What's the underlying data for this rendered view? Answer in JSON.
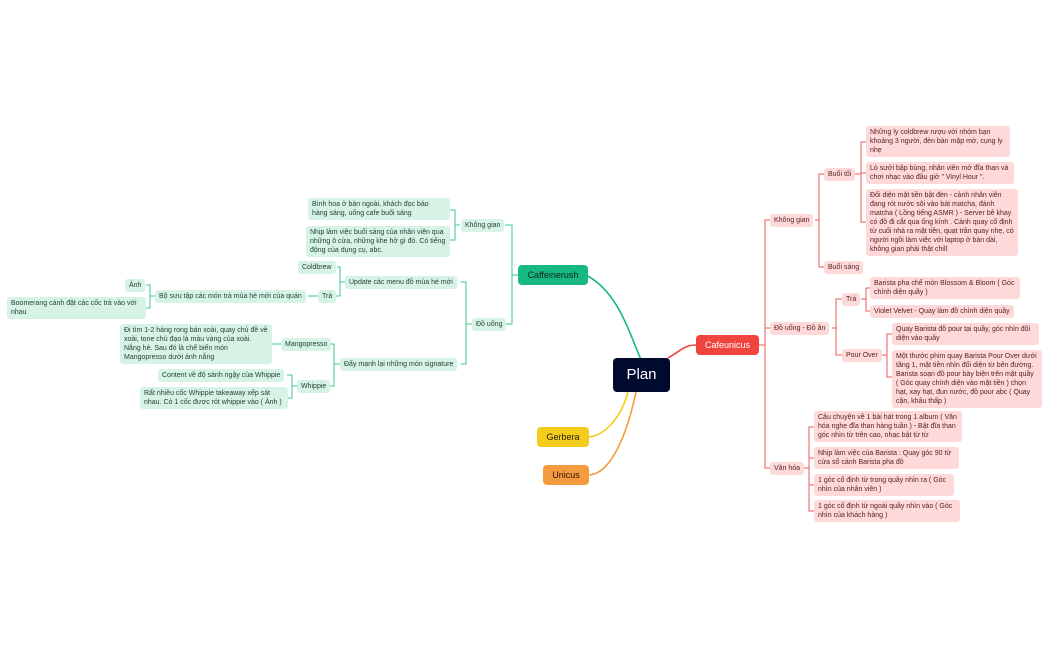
{
  "root": "Plan",
  "colors": {
    "green": "#17b981",
    "red": "#f0443f",
    "yellow": "#f3cc1c",
    "orange": "#f59b3f",
    "green_line": "#3cc592",
    "red_line": "#ec5a55",
    "root_bg": "#000a2e"
  },
  "branches": {
    "caffeinerush": {
      "label": "Caffeinerush",
      "khong_gian": {
        "label": "Không gian",
        "items": [
          "Bình hoa ở bàn ngoài, khách đọc báo hàng sáng, uống cafe buổi sáng",
          "Nhịp làm việc buổi sáng của nhân viên qua những ô cửa, những khe hở gì đó. Có tiếng động của dụng cụ, abc."
        ]
      },
      "do_uong": {
        "label": "Đồ uống",
        "update": {
          "label": "Update các menu đồ mùa hè mới",
          "coldbrew": "Coldbrew",
          "tra": {
            "label": "Trà",
            "bo_suu_tap": {
              "label": "Bộ sưu tập các món trà mùa hè mới của quán",
              "items": [
                "Ảnh",
                "Boomerang cánh đặt các cốc trà vào với nhau"
              ]
            }
          }
        },
        "day_manh": {
          "label": "Đẩy mạnh lại những món signature",
          "mangopresso": {
            "label": "Mangopresso",
            "items": [
              "Đi tìm 1-2 hàng rong bán xoài, quay chủ đề về xoài, tone chủ đạo là màu vàng của xoài. Nắng hè. Sau đó là chế biến món Mangopresso dưới ánh nắng"
            ]
          },
          "whippie": {
            "label": "Whippie",
            "items": [
              "Content về độ sánh ngậy của Whippie",
              "Rất nhiều cốc Whippie takeaway xếp sát nhau. Có 1 cốc được rót whippie vào ( Ảnh )"
            ]
          }
        }
      }
    },
    "cafeunicus": {
      "label": "Cafeunicus",
      "khong_gian": {
        "label": "Không gian",
        "buoi_toi": {
          "label": "Buổi tối",
          "items": [
            "Những ly coldbrew rượu với nhóm bạn khoảng 3 người, đèn bàn mập mờ, cụng ly nhẹ",
            "Lò sưởi bập bùng, nhân viên mở đĩa than và chơi nhạc vào đầu giờ \" Vinyl Hour \".",
            "Đối diện mặt tiền bật đèn - cảnh nhân viên đang rót nước sôi vào bát matcha, đánh matcha ( Lồng tiếng ASMR ) - Server bê khay có đồ đi cắt qua ống kính . Cảnh quay cố định từ cuối nhà ra mặt tiền, quạt trần quay nhẹ, có người ngồi làm việc với laptop ở bàn dài, không gian phải thật chill"
          ]
        },
        "buoi_sang": "Buổi sáng"
      },
      "do_uong": {
        "label": "Đồ uống - Đồ ăn",
        "tra": {
          "label": "Trà",
          "items": [
            "Barista pha chế món Blossom & Bloom ( Góc chính diện quầy )",
            "Violet Velvet - Quay làm đồ chính diện quầy"
          ]
        },
        "pour_over": {
          "label": "Pour Over",
          "items": [
            "Quay Barista đồ pour tại quầy, góc nhìn đối diện vào quầy",
            "Một thước phim quay Barista Pour Over dưới tầng 1, mặt tiền nhìn đối diện từ bên đường. Barista soạn đồ pour bày biện trên mặt quầy ( Góc quay chính diện vào mặt tiền ) chọn hạt, xay hạt, đun nước, đồ pour abc ( Quay cận, khâu thấp )"
          ]
        }
      },
      "van_hoa": {
        "label": "Văn hóa",
        "items": [
          "Câu chuyện về 1 bài hát trong 1 album ( Văn hóa nghe đĩa than hàng tuần ) - Bật đĩa than góc nhìn từ trên cao, nhạc bật từ từ",
          "Nhịp làm việc của Barista : Quay góc 90 từ cửa sổ cảnh Barista pha đồ",
          "1 góc cố định từ trong quầy nhìn ra ( Góc nhìn của nhân viên )",
          "1 góc cố định từ ngoài quầy nhìn vào ( Góc nhìn của khách hàng )"
        ]
      }
    },
    "gerbera": {
      "label": "Gerbera"
    },
    "unicus": {
      "label": "Unicus"
    }
  }
}
